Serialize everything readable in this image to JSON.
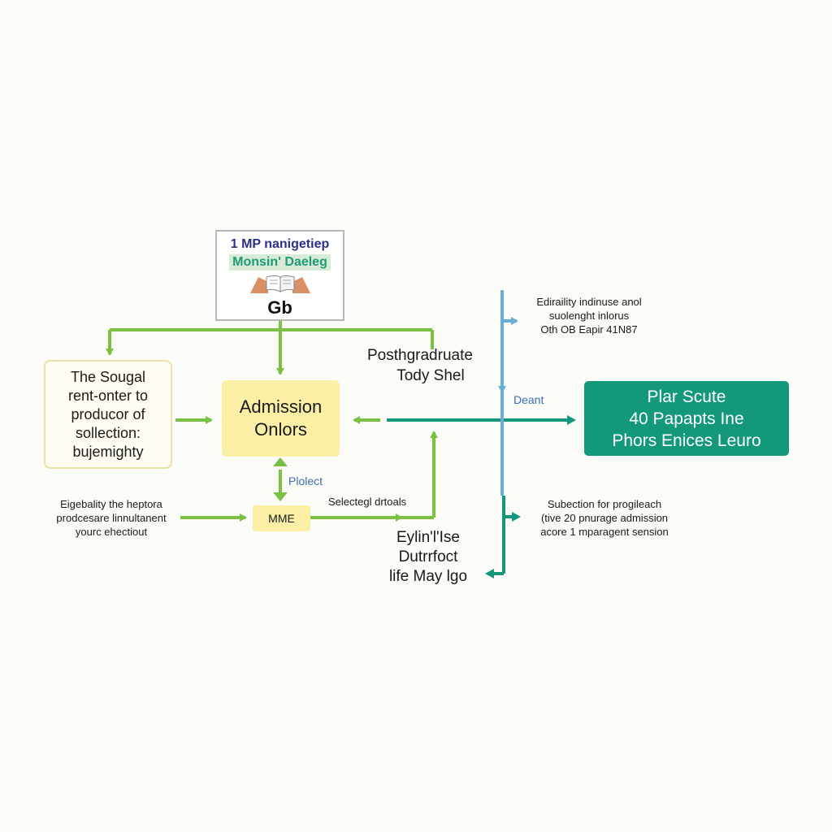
{
  "header_card": {
    "line1": "1 MP  nanigetiep",
    "line2": "Monsin' Daeleg",
    "line3": "Gb",
    "icon": "open-book-hands-icon"
  },
  "left_box": {
    "lines": [
      "The Sougal",
      "rent-onter to",
      "producor of",
      "sollection:",
      "bujemighty"
    ]
  },
  "center_box": {
    "lines": [
      "Admission",
      "Onlors"
    ]
  },
  "postgrad_label": {
    "lines": [
      "Posthgradruate",
      "Tody Shel"
    ]
  },
  "top_right_note": {
    "lines": [
      "Ediraility indinuse anol",
      "suolenght inlorus",
      "Oth OB Eapir 41N87"
    ]
  },
  "deant_label": "Deant",
  "right_box": {
    "lines": [
      "Plar Scute",
      "40 Papapts Ine",
      "Phors Enices Leuro"
    ]
  },
  "plolect_label": "Plolect",
  "mme_box": "MME",
  "selected_label": "Selectegl drtoals",
  "bottom_left_note": {
    "lines": [
      "Eigebality the heptora",
      "prodcesare linnultanent",
      "yourc ehectiout"
    ]
  },
  "bottom_center_note": {
    "lines": [
      "Eylin'l'Ise",
      "Dutrrfoct",
      "life May lgo"
    ]
  },
  "bottom_right_note": {
    "lines": [
      "Subection for progileach",
      "(tive 20 pnurage admission",
      "acore 1 mparagent sension"
    ]
  },
  "colors": {
    "green": "#7cc043",
    "teal": "#14987a",
    "blue": "#6aaed6",
    "yellow": "#fbefa6",
    "cream": "#fffdf2"
  }
}
